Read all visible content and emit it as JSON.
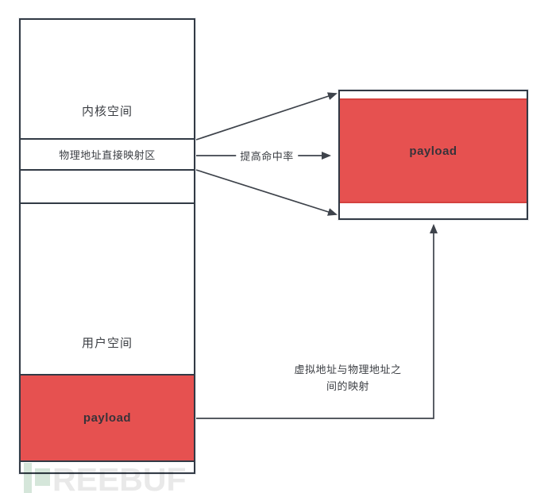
{
  "colors": {
    "box_border": "#323a45",
    "payload_red": "#e65150",
    "payload_red_border": "#d5423f",
    "arrow": "#3e434b",
    "text": "#3b3e43",
    "watermark_green": "#d5e6da",
    "watermark_gray": "#e9e9e9"
  },
  "memory_column": {
    "sections": [
      {
        "id": "kernel-space",
        "label": "内核空间"
      },
      {
        "id": "direct-mapping",
        "label": "物理地址直接映射区"
      },
      {
        "id": "reserved",
        "label": ""
      },
      {
        "id": "user-space",
        "label": "用户空间"
      },
      {
        "id": "user-payload",
        "label": "payload",
        "highlighted": true
      },
      {
        "id": "bottom-strip",
        "label": ""
      }
    ]
  },
  "physical_box": {
    "payload_label": "payload"
  },
  "annotations": {
    "hit_rate_label": "提高命中率",
    "mapping_label_line1": "虚拟地址与物理地址之",
    "mapping_label_line2": "间的映射"
  },
  "watermark": {
    "text": "REEBUF",
    "icon": "freebuf-flag-icon"
  }
}
